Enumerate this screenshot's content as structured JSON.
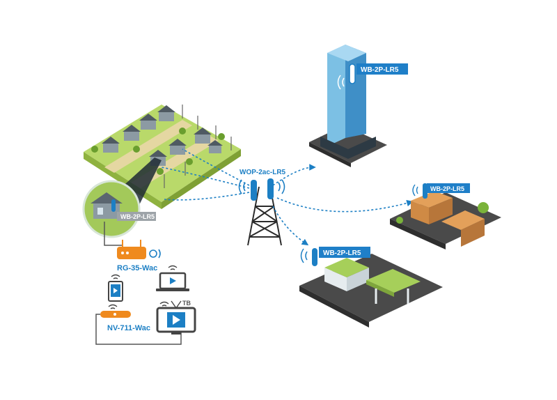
{
  "labels": {
    "tower": "WOP-2ac-LR5",
    "skyscraper": "WB-2P-LR5",
    "school": "WB-2P-LR5",
    "gas_station": "WB-2P-LR5",
    "home_cpe": "WB-2P-LR5",
    "router": "RG-35-Wac",
    "set_top_box": "NV-711-Wac",
    "tv": "TB"
  },
  "colors": {
    "accent_blue": "#1c7fc4",
    "label_bg": "#1f7fc8",
    "router_orange": "#ef8a1e",
    "grass": "#a8cf54",
    "glass": "#6ab2dc",
    "ground": "#4a4a4a",
    "cable": "#555555"
  },
  "icons": [
    "wifi-icon",
    "cell-tower-icon",
    "router-icon",
    "tablet-icon",
    "laptop-icon",
    "tv-icon",
    "antenna-icon"
  ]
}
